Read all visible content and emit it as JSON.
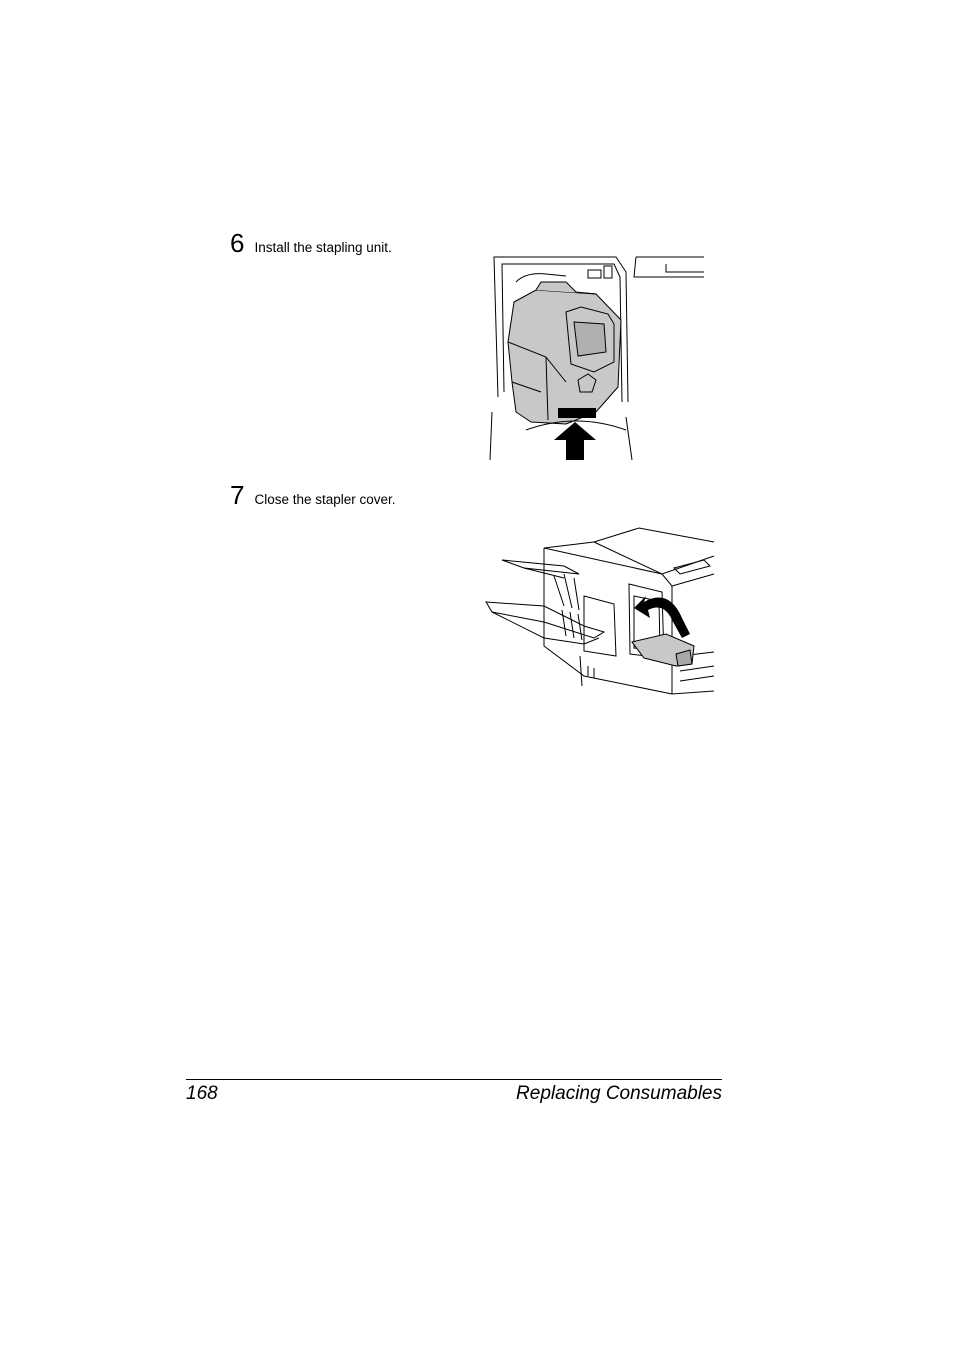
{
  "steps": [
    {
      "number": "6",
      "text": "Install the stapling unit."
    },
    {
      "number": "7",
      "text": "Close the stapler cover."
    }
  ],
  "footer": {
    "page_number": "168",
    "section_title": "Replacing Consumables"
  }
}
